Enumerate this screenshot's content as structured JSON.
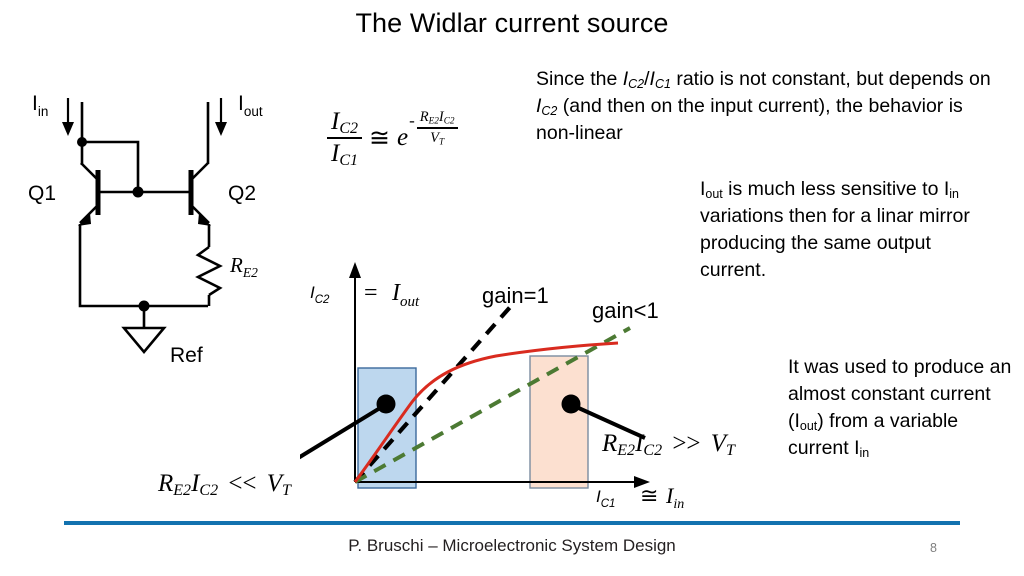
{
  "slide": {
    "title": "The Widlar current source",
    "page_number": "8",
    "footer": "P. Bruschi – Microelectronic System Design",
    "footer_rule_color": "#1272AF"
  },
  "equation": {
    "numerator": "I",
    "numerator_sub": "C2",
    "denominator": "I",
    "denominator_sub": "C1",
    "relation": "≅",
    "exp_base": "e",
    "exp_sign": "-",
    "exp_num": "R",
    "exp_num_sub": "E2",
    "exp_num_2": "I",
    "exp_num_2_sub": "C2",
    "exp_den": "V",
    "exp_den_sub": "T"
  },
  "paragraphs": {
    "p1": {
      "part1": "Since the ",
      "var1": "I",
      "var1_sub": "C2",
      "slash": "/",
      "var2": "I",
      "var2_sub": "C1",
      "part2": " ratio is not constant, but depends on ",
      "var3": "I",
      "var3_sub": "C2",
      "part3": " (and then on the input current), the behavior is non-linear"
    },
    "p2": {
      "var1": "I",
      "var1_sub": "out",
      "part1": " is much less sensitive to ",
      "var2": "I",
      "var2_sub": "in",
      "part2": " variations then for a linar mirror producing the same output current."
    },
    "p3": {
      "part1": "It was used to produce an almost constant current (",
      "var1": "I",
      "var1_sub": "out",
      "part2": ") from a variable current ",
      "var2": "I",
      "var2_sub": "in"
    }
  },
  "circuit": {
    "label_iin": "I",
    "label_iin_sub": "in",
    "label_iout": "I",
    "label_iout_sub": "out",
    "label_q1": "Q1",
    "label_q2": "Q2",
    "label_re2": "R",
    "label_re2_sub": "E2",
    "label_ref": "Ref"
  },
  "chart_data": {
    "type": "line",
    "title": "",
    "xlabel_main": "I",
    "xlabel_main_sub": "C1",
    "xlabel_rel": "≅",
    "xlabel_sec": "I",
    "xlabel_sec_sub": "in",
    "ylabel_main": "I",
    "ylabel_main_sub": "C2",
    "ylabel_rel": "=",
    "ylabel_sec": "I",
    "ylabel_sec_sub": "out",
    "grid": false,
    "legend_position": "inline-annotations",
    "xlim": [
      0,
      1
    ],
    "ylim": [
      0,
      1
    ],
    "series": [
      {
        "name": "Widlar output (non-linear)",
        "style": "solid",
        "color": "#D92B1F",
        "x": [
          0.0,
          0.05,
          0.1,
          0.15,
          0.2,
          0.28,
          0.38,
          0.5,
          0.62,
          0.75,
          0.88,
          1.0
        ],
        "y": [
          0.0,
          0.1,
          0.21,
          0.32,
          0.42,
          0.54,
          0.63,
          0.7,
          0.74,
          0.77,
          0.79,
          0.8
        ]
      },
      {
        "name": "gain=1",
        "style": "dashed",
        "color": "#000000",
        "x": [
          0.0,
          0.55
        ],
        "y": [
          0.0,
          1.1
        ]
      },
      {
        "name": "gain<1",
        "style": "dashed",
        "color": "#4C7A33",
        "x": [
          0.0,
          1.0
        ],
        "y": [
          0.0,
          0.86
        ]
      }
    ],
    "annotations": [
      {
        "name": "gain=1",
        "text": "gain=1",
        "color": "#000000"
      },
      {
        "name": "gain<1",
        "text": "gain<1",
        "color": "#4C7A33"
      },
      {
        "name": "low-current-region",
        "fill": "#BDD7EE",
        "border": "#3C6A9C"
      },
      {
        "name": "high-current-region",
        "fill": "#FCE0D0",
        "border": "#7A8CA0"
      }
    ],
    "callout_left": {
      "r": "R",
      "r_sub": "E2",
      "i": "I",
      "i_sub": "C2",
      "rel": "<<",
      "v": "V",
      "v_sub": "T"
    },
    "callout_right": {
      "r": "R",
      "r_sub": "E2",
      "i": "I",
      "i_sub": "C2",
      "rel": ">>",
      "v": "V",
      "v_sub": "T"
    }
  }
}
